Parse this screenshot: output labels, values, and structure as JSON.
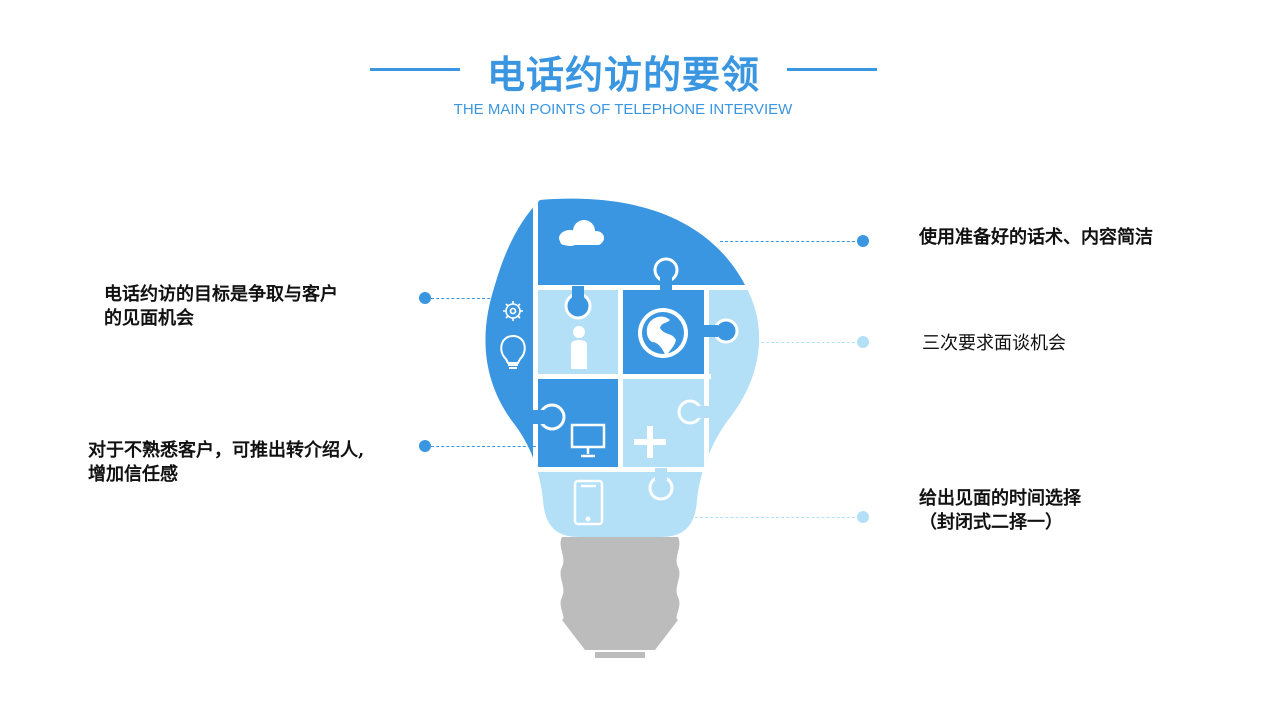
{
  "header": {
    "title": "电话约访的要领",
    "subtitle": "THE MAIN POINTS OF TELEPHONE INTERVIEW"
  },
  "colors": {
    "accent": "#3a96e0",
    "light": "#b3dff7",
    "base": "#bcbcbc",
    "text": "#111111"
  },
  "left_points": [
    {
      "line1": "电话约访的目标是争取与客户",
      "line2": "的见面机会"
    },
    {
      "line1": "对于不熟悉客户，可推出转介绍人,",
      "line2": "增加信任感"
    }
  ],
  "right_points": [
    {
      "line1": "使用准备好的话术、内容简洁"
    },
    {
      "line1": "三次要求面谈机会"
    },
    {
      "line1": "给出见面的时间选择",
      "line2": "（封闭式二择一）"
    }
  ],
  "bulb_icons": [
    "cloud-icon",
    "gear-icon",
    "lightbulb-icon",
    "person-icon",
    "globe-icon",
    "monitor-icon",
    "plus-icon",
    "smartphone-icon"
  ]
}
